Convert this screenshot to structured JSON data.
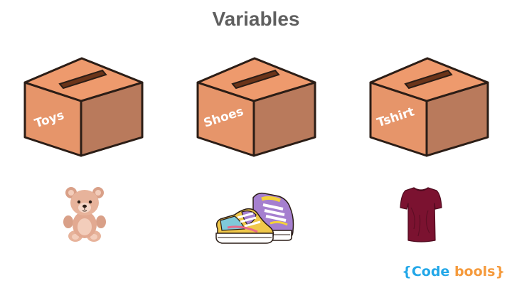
{
  "title": "Variables",
  "boxes": [
    {
      "label": "Toys",
      "item_icon": "teddy-bear-icon"
    },
    {
      "label": "Shoes",
      "item_icon": "sneakers-icon"
    },
    {
      "label": "Tshirt",
      "item_icon": "tshirt-icon"
    }
  ],
  "brand": {
    "code": "{Code",
    "bools": "bools}"
  },
  "colors": {
    "box_front": "#e6956a",
    "box_side": "#b97a5c",
    "box_top": "#ee9a6d",
    "outline": "#2b1d16",
    "shirt": "#7b1230",
    "brand_blue": "#22a7e8",
    "brand_orange": "#f59a3c"
  }
}
